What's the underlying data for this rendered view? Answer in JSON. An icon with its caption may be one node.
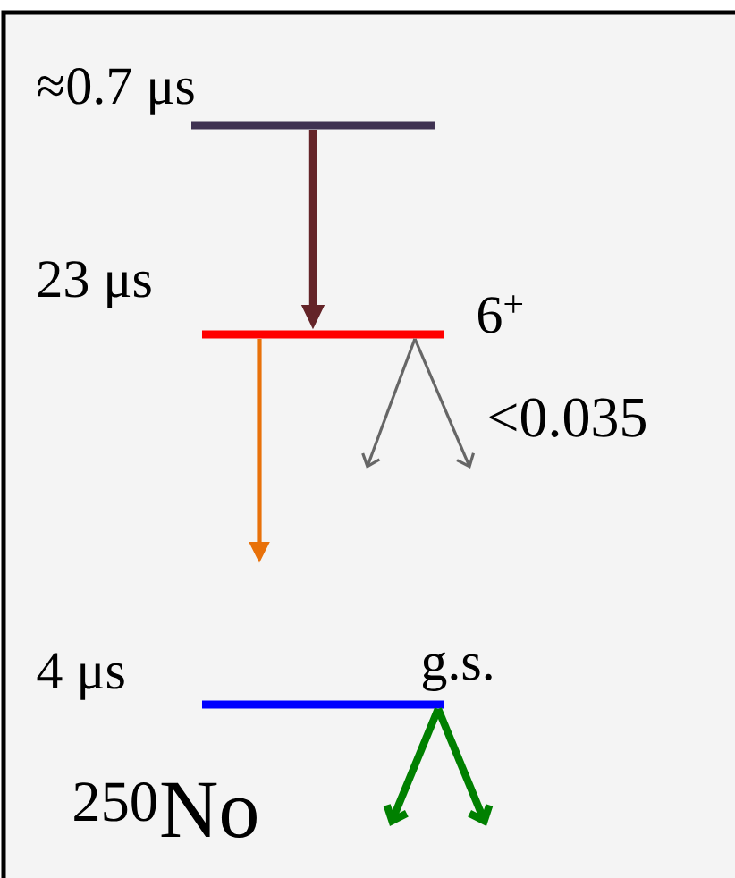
{
  "diagram": {
    "nodes": [
      {
        "text": [],
        "shape": "bar",
        "beside": [
          "≈0.7 μs"
        ]
      },
      {
        "text": [],
        "shape": "bar",
        "beside": [
          "23 μs",
          "6$^{+}$"
        ]
      },
      {
        "text": [],
        "shape": "bar",
        "beside": [
          "4 μs",
          "g.s."
        ]
      }
    ],
    "edges": [
      {
        "from": 0,
        "to": 1,
        "arrow": "to",
        "color": "#642428"
      },
      {
        "from": 1,
        "to": null,
        "arrow": "to",
        "color": "#e8710a"
      },
      {
        "from": 1,
        "to": null,
        "arrow": "to",
        "color": "#666666"
      },
      {
        "from": 1,
        "to": null,
        "arrow": "to",
        "color": "#666666"
      },
      {
        "from": 2,
        "to": null,
        "arrow": "to",
        "color": "#008000"
      },
      {
        "from": 2,
        "to": null,
        "arrow": "to",
        "color": "#008000"
      }
    ],
    "labels": [
      "<0.035",
      "$^{250}$No"
    ]
  }
}
